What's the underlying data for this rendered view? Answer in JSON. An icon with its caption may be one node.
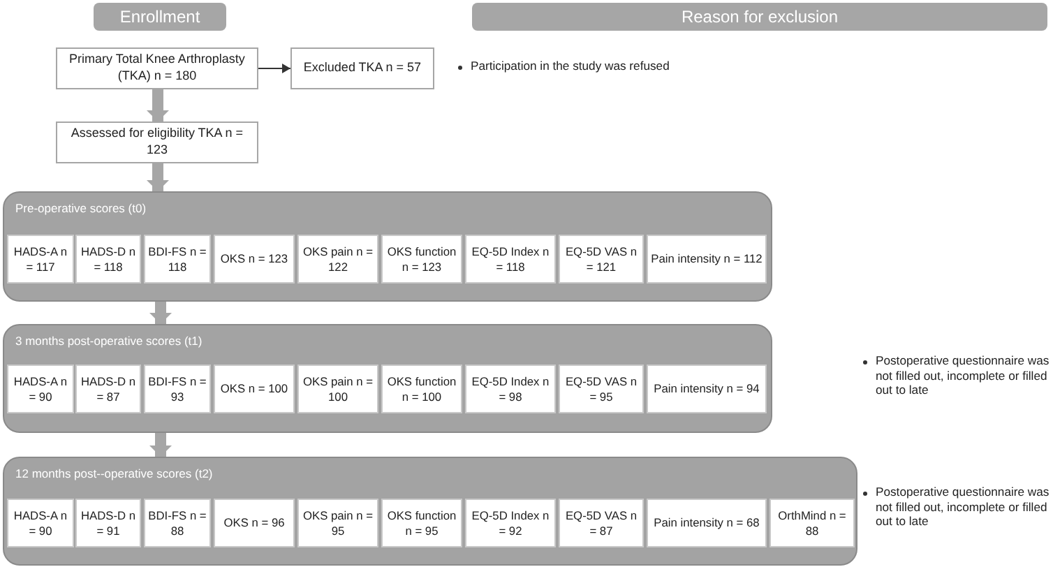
{
  "diagram": {
    "nodes": [
      {
        "text": [
          "Enrollment"
        ]
      },
      {
        "text": [
          "Reason for exclusion"
        ]
      },
      {
        "text": [
          "Primary Total Knee Arthroplasty (TKA) n = 180"
        ]
      },
      {
        "text": [
          "Excluded TKA n = 57"
        ]
      },
      {
        "text": [
          "Assessed for eligibility TKA n = 123"
        ]
      },
      {
        "text": [
          "Pre-operative scores (t0)"
        ]
      },
      {
        "text": [
          "HADS-A n = 117"
        ],
        "in": 5
      },
      {
        "text": [
          "HADS-D n = 118"
        ],
        "in": 5
      },
      {
        "text": [
          "BDI-FS n = 118"
        ],
        "in": 5
      },
      {
        "text": [
          "OKS n = 123"
        ],
        "in": 5
      },
      {
        "text": [
          "OKS pain n = 122"
        ],
        "in": 5
      },
      {
        "text": [
          "OKS function n = 123"
        ],
        "in": 5
      },
      {
        "text": [
          "EQ-5D Index n = 118"
        ],
        "in": 5
      },
      {
        "text": [
          "EQ-5D VAS n = 121"
        ],
        "in": 5
      },
      {
        "text": [
          "Pain intensity n = 112"
        ],
        "in": 5
      },
      {
        "text": [
          "3 months post-operative scores (t1)"
        ]
      },
      {
        "text": [
          "HADS-A n = 90"
        ],
        "in": 15
      },
      {
        "text": [
          "HADS-D n = 87"
        ],
        "in": 15
      },
      {
        "text": [
          "BDI-FS n = 93"
        ],
        "in": 15
      },
      {
        "text": [
          "OKS n = 100"
        ],
        "in": 15
      },
      {
        "text": [
          "OKS pain n = 100"
        ],
        "in": 15
      },
      {
        "text": [
          "OKS function n = 100"
        ],
        "in": 15
      },
      {
        "text": [
          "EQ-5D Index n = 98"
        ],
        "in": 15
      },
      {
        "text": [
          "EQ-5D VAS n = 95"
        ],
        "in": 15
      },
      {
        "text": [
          "Pain intensity n = 94"
        ],
        "in": 15
      },
      {
        "text": [
          "12 months post--operative scores (t2)"
        ]
      },
      {
        "text": [
          "HADS-A n = 90"
        ],
        "in": 25
      },
      {
        "text": [
          "HADS-D n = 91"
        ],
        "in": 25
      },
      {
        "text": [
          "BDI-FS n = 88"
        ],
        "in": 25
      },
      {
        "text": [
          "OKS n = 96"
        ],
        "in": 25
      },
      {
        "text": [
          "OKS pain n = 95"
        ],
        "in": 25
      },
      {
        "text": [
          "OKS function n = 95"
        ],
        "in": 25
      },
      {
        "text": [
          "EQ-5D Index n = 92"
        ],
        "in": 25
      },
      {
        "text": [
          "EQ-5D VAS n = 87"
        ],
        "in": 25
      },
      {
        "text": [
          "Pain intensity n = 68"
        ],
        "in": 25
      },
      {
        "text": [
          "OrthMind n = 88"
        ],
        "in": 25
      }
    ],
    "edges": [
      {
        "from": 2,
        "to": 3,
        "arrow": "to",
        "color": "#333333"
      },
      {
        "from": 2,
        "to": 4,
        "arrow": "to"
      },
      {
        "from": 4,
        "to": 5,
        "arrow": "to"
      },
      {
        "from": 5,
        "to": 15,
        "arrow": "to"
      },
      {
        "from": 15,
        "to": 25,
        "arrow": "to"
      }
    ],
    "labels": [
      "Participation in the study was refused",
      "Postoperative questionnaire was not filled out, incomplete or filled out to late",
      "Postoperative questionnaire was not filled out, incomplete or filled out to late"
    ]
  }
}
